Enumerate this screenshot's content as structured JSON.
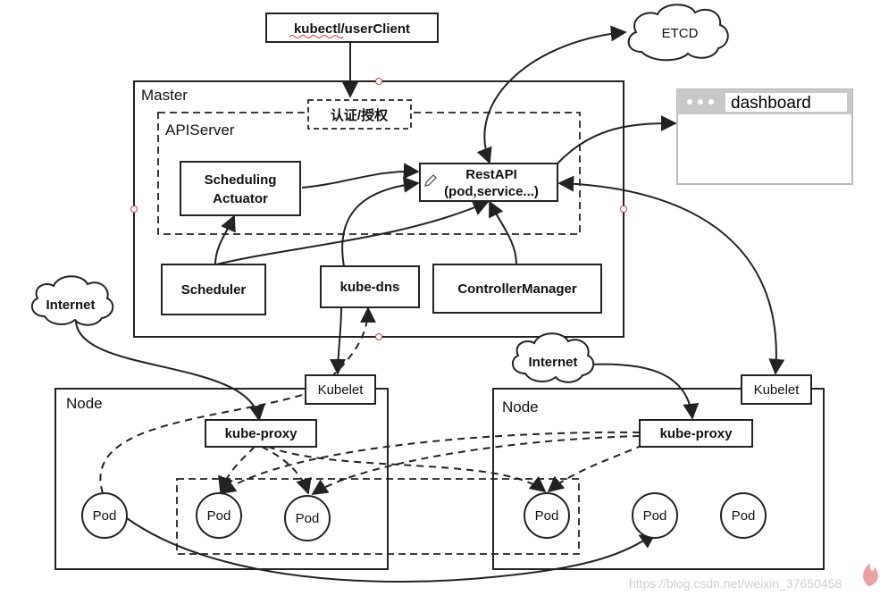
{
  "diagram": {
    "client": "kubectl/userClient",
    "etcd": "ETCD",
    "dashboard": "dashboard",
    "master": "Master",
    "auth": "认证/授权",
    "apiserver": "APIServer",
    "scheduling_actuator": [
      "Scheduling",
      "Actuator"
    ],
    "restapi": [
      "RestAPI",
      "(pod,service...)"
    ],
    "scheduler": "Scheduler",
    "kube_dns": "kube-dns",
    "controller_manager": "ControllerManager",
    "internet_left": "Internet",
    "internet_right": "Internet",
    "kubelet_left": "Kubelet",
    "kubelet_right": "Kubelet",
    "node_left": "Node",
    "node_right": "Node",
    "kube_proxy_left": "kube-proxy",
    "kube_proxy_right": "kube-proxy",
    "pods": [
      "Pod",
      "Pod",
      "Pod",
      "Pod",
      "Pod",
      "Pod"
    ],
    "watermark": "https://blog.csdn.net/weixin_37650458"
  }
}
